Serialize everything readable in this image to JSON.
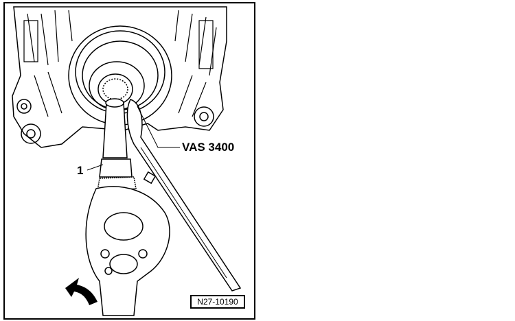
{
  "callouts": {
    "item_1": "1",
    "tool": "VAS 3400"
  },
  "figure_id": "N27-10190"
}
